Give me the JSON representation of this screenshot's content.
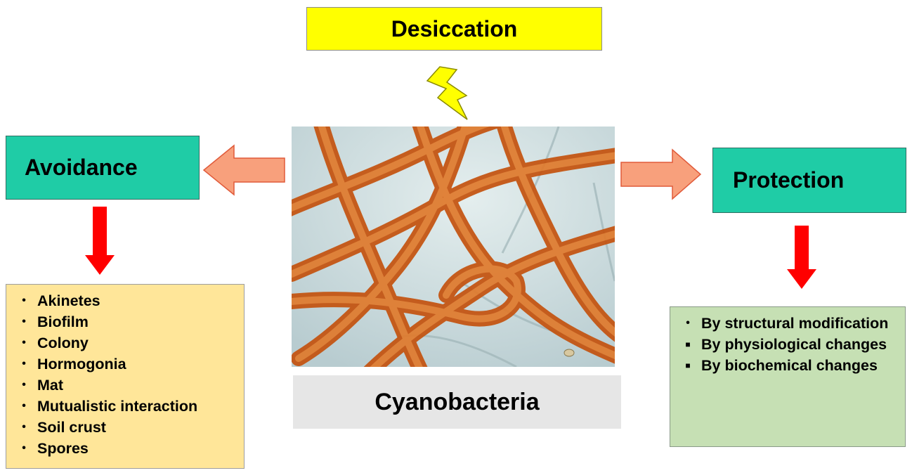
{
  "colors": {
    "yellow": "#ffff00",
    "teal": "#1fcca6",
    "peach": "#ffe699",
    "green": "#c6e0b4",
    "arrow_red": "#ff0000",
    "arrow_salmon": "#f8a07c",
    "bolt": "#ffff00"
  },
  "stress": {
    "label": "Desiccation"
  },
  "organism": {
    "label": "Cyanobacteria"
  },
  "strategies": {
    "avoidance": {
      "label": "Avoidance",
      "items": [
        "Akinetes",
        "Biofilm",
        "Colony",
        "Hormogonia",
        "Mat",
        "Mutualistic interaction",
        "Soil crust",
        "Spores"
      ]
    },
    "protection": {
      "label": "Protection",
      "items": [
        {
          "text": "By structural modification",
          "bullet": "dot"
        },
        {
          "text": "By physiological changes",
          "bullet": "square"
        },
        {
          "text": "By biochemical changes",
          "bullet": "square"
        }
      ]
    }
  },
  "icons": {
    "stress": "lightning-bolt-icon",
    "photo": "cyanobacteria-micrograph"
  }
}
